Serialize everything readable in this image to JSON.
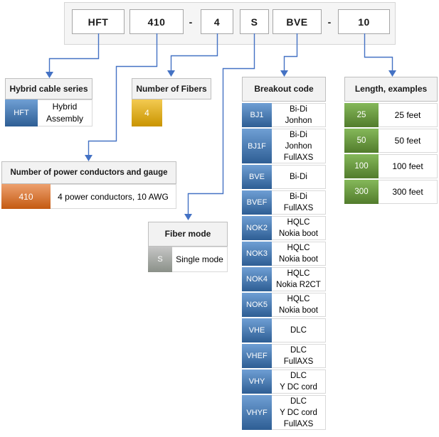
{
  "diagram": {
    "part_number": {
      "segments": [
        "HFT",
        "410",
        "4",
        "S",
        "BVE",
        "10"
      ],
      "separator": "-"
    },
    "sections": {
      "series": {
        "title": "Hybrid cable series",
        "code": "HFT",
        "description": "Hybrid\nAssembly"
      },
      "power": {
        "title": "Number of power conductors and gauge",
        "code": "410",
        "description": "4 power conductors, 10 AWG"
      },
      "fibers": {
        "title": "Number of Fibers",
        "code": "4"
      },
      "fiber_mode": {
        "title": "Fiber mode",
        "code": "S",
        "description": "Single mode"
      },
      "breakout": {
        "title": "Breakout code",
        "rows": [
          {
            "code": "BJ1",
            "description": "Bi-Di\nJonhon"
          },
          {
            "code": "BJ1F",
            "description": "Bi-Di\nJonhon\nFullAXS"
          },
          {
            "code": "BVE",
            "description": "Bi-Di"
          },
          {
            "code": "BVEF",
            "description": "Bi-Di\nFullAXS"
          },
          {
            "code": "NOK2",
            "description": "HQLC\nNokia boot"
          },
          {
            "code": "NOK3",
            "description": "HQLC\nNokia boot"
          },
          {
            "code": "NOK4",
            "description": "HQLC\nNokia R2CT"
          },
          {
            "code": "NOK5",
            "description": "HQLC\nNokia boot"
          },
          {
            "code": "VHE",
            "description": "DLC"
          },
          {
            "code": "VHEF",
            "description": "DLC\nFullAXS"
          },
          {
            "code": "VHY",
            "description": "DLC\nY DC cord"
          },
          {
            "code": "VHYF",
            "description": "DLC\nY DC cord\nFullAXS"
          }
        ]
      },
      "length": {
        "title": "Length, examples",
        "rows": [
          {
            "code": "25",
            "description": "25 feet"
          },
          {
            "code": "50",
            "description": "50 feet"
          },
          {
            "code": "100",
            "description": "100 feet"
          },
          {
            "code": "300",
            "description": "300 feet"
          }
        ]
      }
    },
    "colors": {
      "blue_top": "#6F9FD4",
      "blue_bottom": "#2E5E94",
      "orange_top": "#EDA06E",
      "orange_bottom": "#C45A11",
      "gold_top": "#F3CA51",
      "gold_bottom": "#C99400",
      "gray_top": "#C6C6C6",
      "gray_bottom": "#8A9088",
      "green_top": "#85B85A",
      "green_bottom": "#527C2C",
      "connector": "#4472C4",
      "header_fill": "#F2F2F2"
    }
  }
}
